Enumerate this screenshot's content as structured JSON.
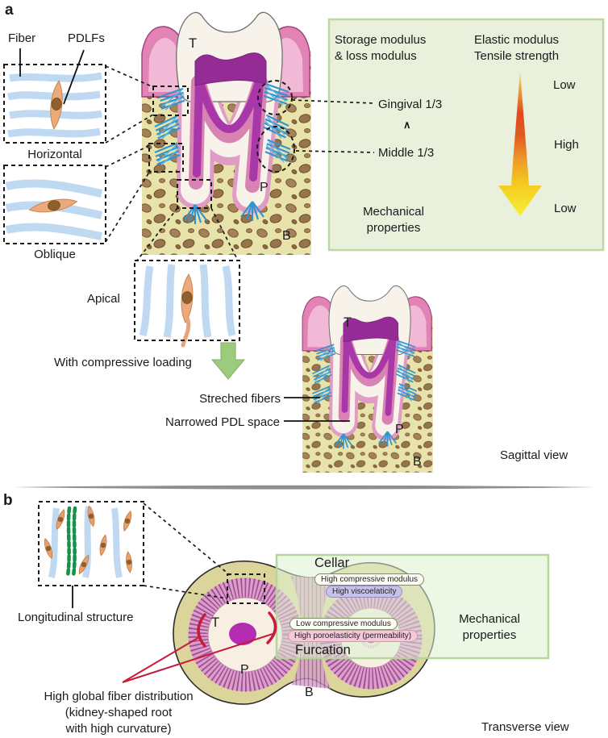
{
  "colors": {
    "info_box_bg": "#e9f1dd",
    "info_box_border": "#bdd99f",
    "fiber_blue": "#bed9f1",
    "bundle_blue": "#2f96d2",
    "cell_orange": "#ecaa7c",
    "cell_nucleus": "#8f5f2e",
    "bone_tan": "#e8e2ab",
    "gingiva_pink": "#e283b5",
    "pulp_purple": "#952c96",
    "canal_magenta": "#a837a8",
    "pdl_pink": "#e09cc4",
    "green_arrow": "#9ccb7e",
    "red_accent": "#c81a3c",
    "longitudinal_green": "#169148",
    "kidney_tan": "#dbd59b",
    "ring_pink": "#dc9fca",
    "ring_stripe": "#a04f96"
  },
  "panel_a": {
    "label": "a",
    "labels": {
      "fiber": "Fiber",
      "pdlfs": "PDLFs",
      "horizontal": "Horizontal",
      "oblique": "Oblique",
      "apical": "Apical",
      "with_compressive_loading": "With compressive loading",
      "streched_fibers": "Streched fibers",
      "narrowed_pdl_space": "Narrowed PDL space",
      "sagittal_view": "Sagittal view"
    },
    "tooth_large": {
      "t": "T",
      "p": "P",
      "b": "B"
    },
    "tooth_small": {
      "t": "T",
      "p": "P",
      "b": "B"
    },
    "info_box": {
      "storage_modulus": "Storage modulus\n& loss modulus",
      "elastic_modulus": "Elastic modulus\nTensile strength",
      "gingival_third": "Gingival 1/3",
      "caret": "∧",
      "middle_third": "Middle 1/3",
      "mechanical_properties": "Mechanical\nproperties",
      "scale_low_top": "Low",
      "scale_high": "High",
      "scale_low_bottom": "Low"
    }
  },
  "panel_b": {
    "label": "b",
    "labels": {
      "longitudinal_structure": "Longitudinal structure",
      "cellar": "Cellar",
      "furcation": "Furcation",
      "high_global_fiber": "High global fiber distribution\n(kidney-shaped root\nwith high curvature)",
      "transverse_view": "Transverse view",
      "mechanical_properties": "Mechanical\nproperties"
    },
    "pills": [
      {
        "text": "High compressive modulus",
        "style": "white"
      },
      {
        "text": "High viscoelaticity",
        "style": "lavender"
      },
      {
        "text": "Low compressive modulus",
        "style": "white"
      },
      {
        "text": "High poroelasticity (permeability)",
        "style": "pink"
      }
    ],
    "cross_section": {
      "t": "T",
      "p": "P",
      "b": "B"
    }
  }
}
